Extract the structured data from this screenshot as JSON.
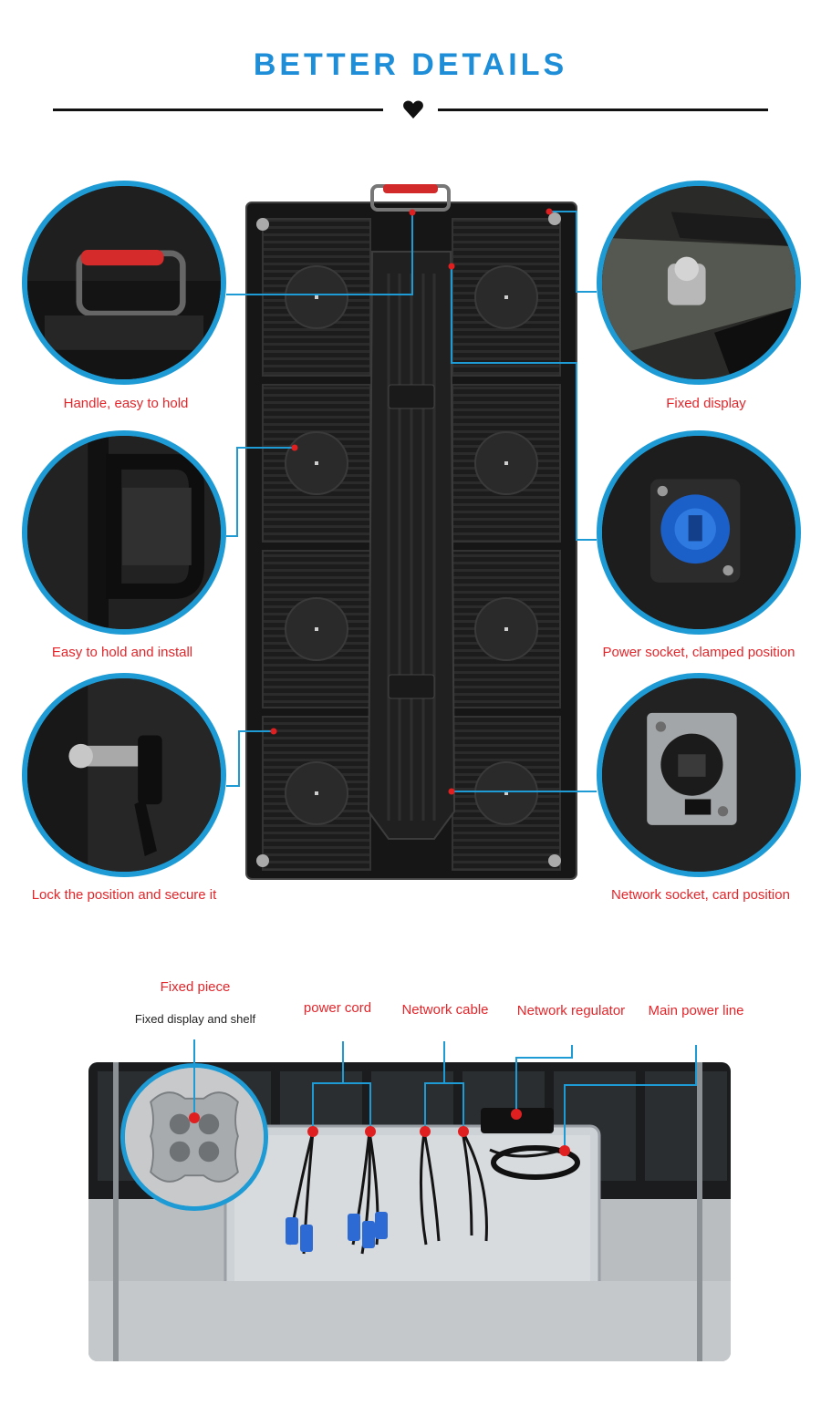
{
  "header": {
    "title": "BETTER DETAILS"
  },
  "callouts": [
    {
      "id": "handle",
      "label": "Handle, easy to hold"
    },
    {
      "id": "fixed-display",
      "label": "Fixed display"
    },
    {
      "id": "easy-install",
      "label": "Easy to hold and install"
    },
    {
      "id": "power-socket",
      "label": "Power socket, clamped position"
    },
    {
      "id": "lock",
      "label": "Lock the position and secure it"
    },
    {
      "id": "network-socket",
      "label": "Network socket, card position"
    }
  ],
  "accessories": {
    "fixed_piece": {
      "label": "Fixed piece",
      "sublabel": "Fixed display and shelf"
    },
    "power_cord": "power cord",
    "network_cable": "Network cable",
    "network_regulator": "Network regulator",
    "main_power_line": "Main power line"
  },
  "colors": {
    "accent_blue": "#1e9bd4",
    "title_blue": "#1e8ed8",
    "label_red": "#e4252a",
    "marker_red": "#e02020"
  }
}
